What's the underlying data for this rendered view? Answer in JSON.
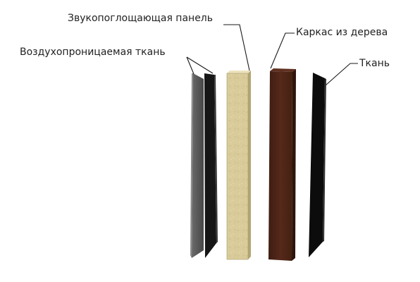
{
  "labels": {
    "sound_panel": "Звукопоглощающая панель",
    "air_fabric": "Воздухопроницаемая ткань",
    "wood_frame": "Каркас из дерева",
    "fabric": "Ткань"
  },
  "colors": {
    "background": "#ffffff",
    "gray_sheet": "#5b5b5b",
    "gray_sheet_edge": "#7a7a7a",
    "black_sheet": "#161616",
    "panel_face": "#d9cb9a",
    "panel_edge": "#b3a574",
    "panel_top": "#ece3bf",
    "wood_face": "#4b2418",
    "wood_edge": "#2e140c",
    "fabric_sheet": "#0c0c0c"
  }
}
